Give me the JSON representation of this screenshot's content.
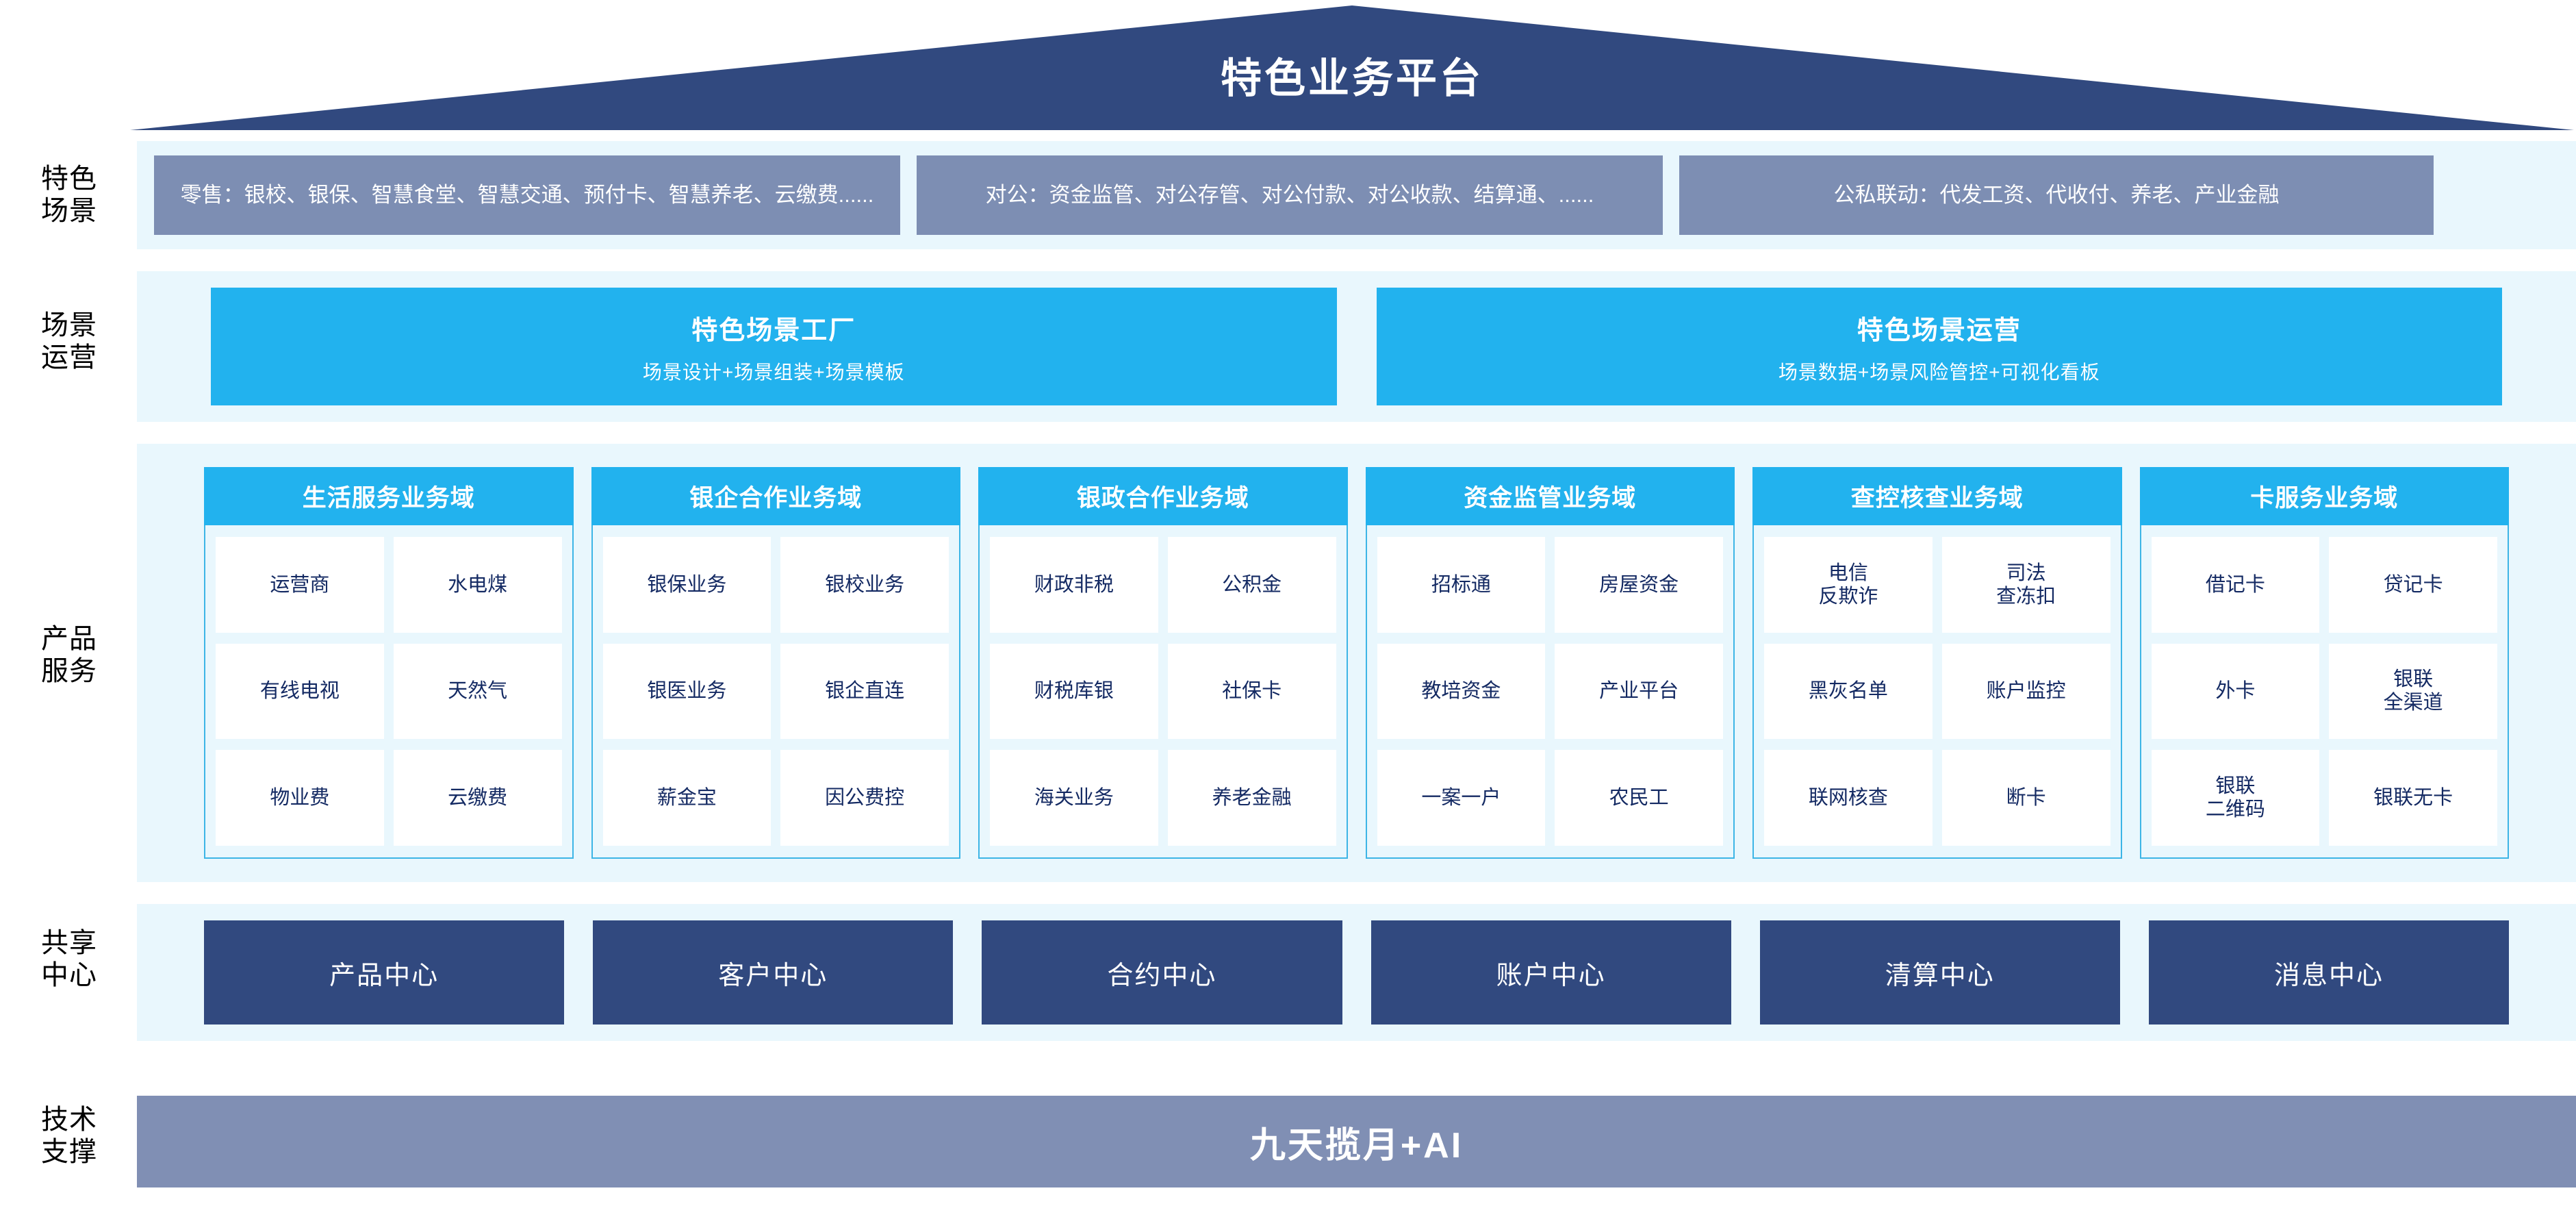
{
  "title": "特色业务平台",
  "colors": {
    "roof": "#31497f",
    "band": "#e9f7fd",
    "scenario_box": "#7d8eb3",
    "cyan": "#22b2ee",
    "navy": "#31497f",
    "slate": "#808fb4",
    "item_text": "#142a63"
  },
  "row_labels": {
    "scenario": "特色\n场景",
    "operations": "场景\n运营",
    "product": "产品\n服务",
    "shared": "共享\n中心",
    "tech": "技术\n支撑"
  },
  "scenarios": [
    "零售：银校、银保、智慧食堂、智慧交通、预付卡、智慧养老、云缴费......",
    "对公：资金监管、对公存管、对公付款、对公收款、结算通、......",
    "公私联动：代发工资、代收付、养老、产业金融"
  ],
  "operations": [
    {
      "title": "特色场景工厂",
      "subtitle": "场景设计+场景组装+场景模板"
    },
    {
      "title": "特色场景运营",
      "subtitle": "场景数据+场景风险管控+可视化看板"
    }
  ],
  "domains": [
    {
      "title": "生活服务业务域",
      "items": [
        "运营商",
        "水电煤",
        "有线电视",
        "天然气",
        "物业费",
        "云缴费"
      ]
    },
    {
      "title": "银企合作业务域",
      "items": [
        "银保业务",
        "银校业务",
        "银医业务",
        "银企直连",
        "薪金宝",
        "因公费控"
      ]
    },
    {
      "title": "银政合作业务域",
      "items": [
        "财政非税",
        "公积金",
        "财税库银",
        "社保卡",
        "海关业务",
        "养老金融"
      ]
    },
    {
      "title": "资金监管业务域",
      "items": [
        "招标通",
        "房屋资金",
        "教培资金",
        "产业平台",
        "一案一户",
        "农民工"
      ]
    },
    {
      "title": "查控核查业务域",
      "items": [
        "电信\n反欺诈",
        "司法\n查冻扣",
        "黑灰名单",
        "账户监控",
        "联网核查",
        "断卡"
      ]
    },
    {
      "title": "卡服务业务域",
      "items": [
        "借记卡",
        "贷记卡",
        "外卡",
        "银联\n全渠道",
        "银联\n二维码",
        "银联无卡"
      ]
    }
  ],
  "shared_centers": [
    "产品中心",
    "客户中心",
    "合约中心",
    "账户中心",
    "清算中心",
    "消息中心"
  ],
  "tech_support": "九天揽月+AI"
}
